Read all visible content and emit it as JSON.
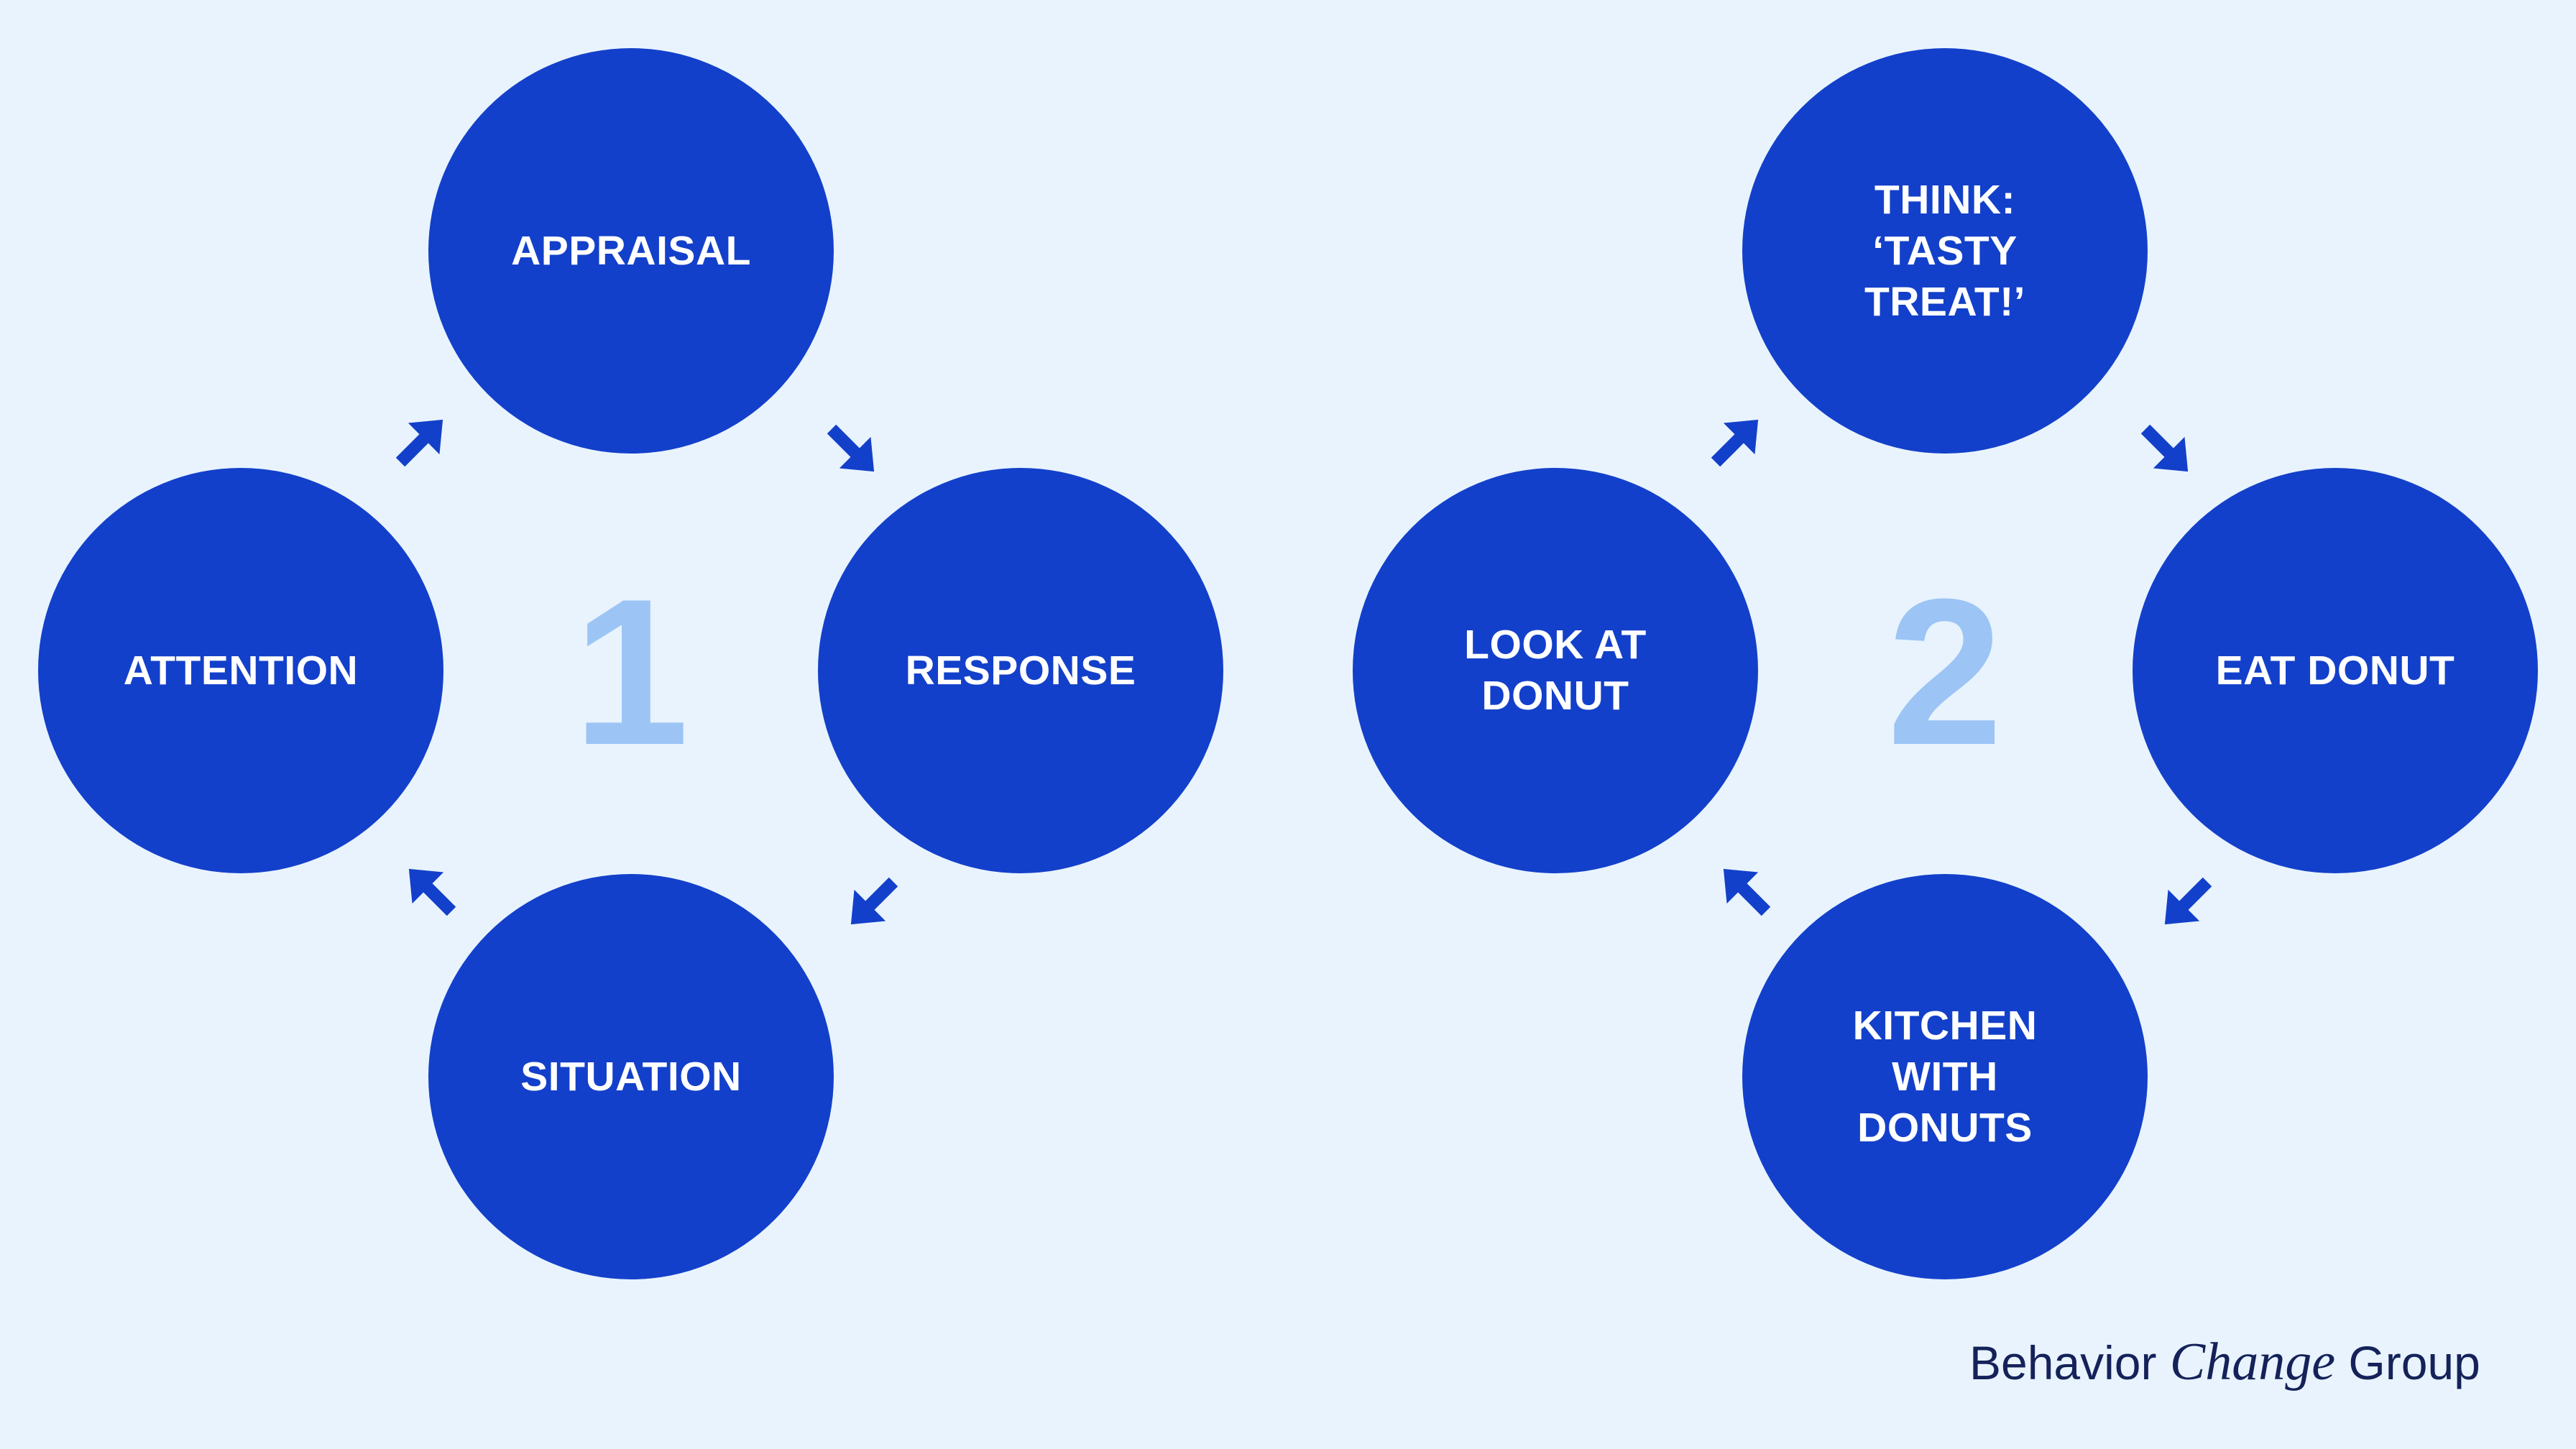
{
  "colors": {
    "background": "#e8f3fd",
    "node_fill": "#1340ca",
    "node_text": "#ffffff",
    "number": "#9cc4f5",
    "brand_text": "#152259"
  },
  "cycle1": {
    "number": "1",
    "nodes": {
      "top": "APPRAISAL",
      "right": "RESPONSE",
      "bottom": "SITUATION",
      "left": "ATTENTION"
    }
  },
  "cycle2": {
    "number": "2",
    "nodes": {
      "top": "THINK:\n‘TASTY\nTREAT!’",
      "right": "EAT DONUT",
      "bottom": "KITCHEN\nWITH\nDONUTS",
      "left": "LOOK AT\nDONUT"
    }
  },
  "brand": {
    "part1": "Behavior",
    "part2": "Change",
    "part3": "Group"
  }
}
